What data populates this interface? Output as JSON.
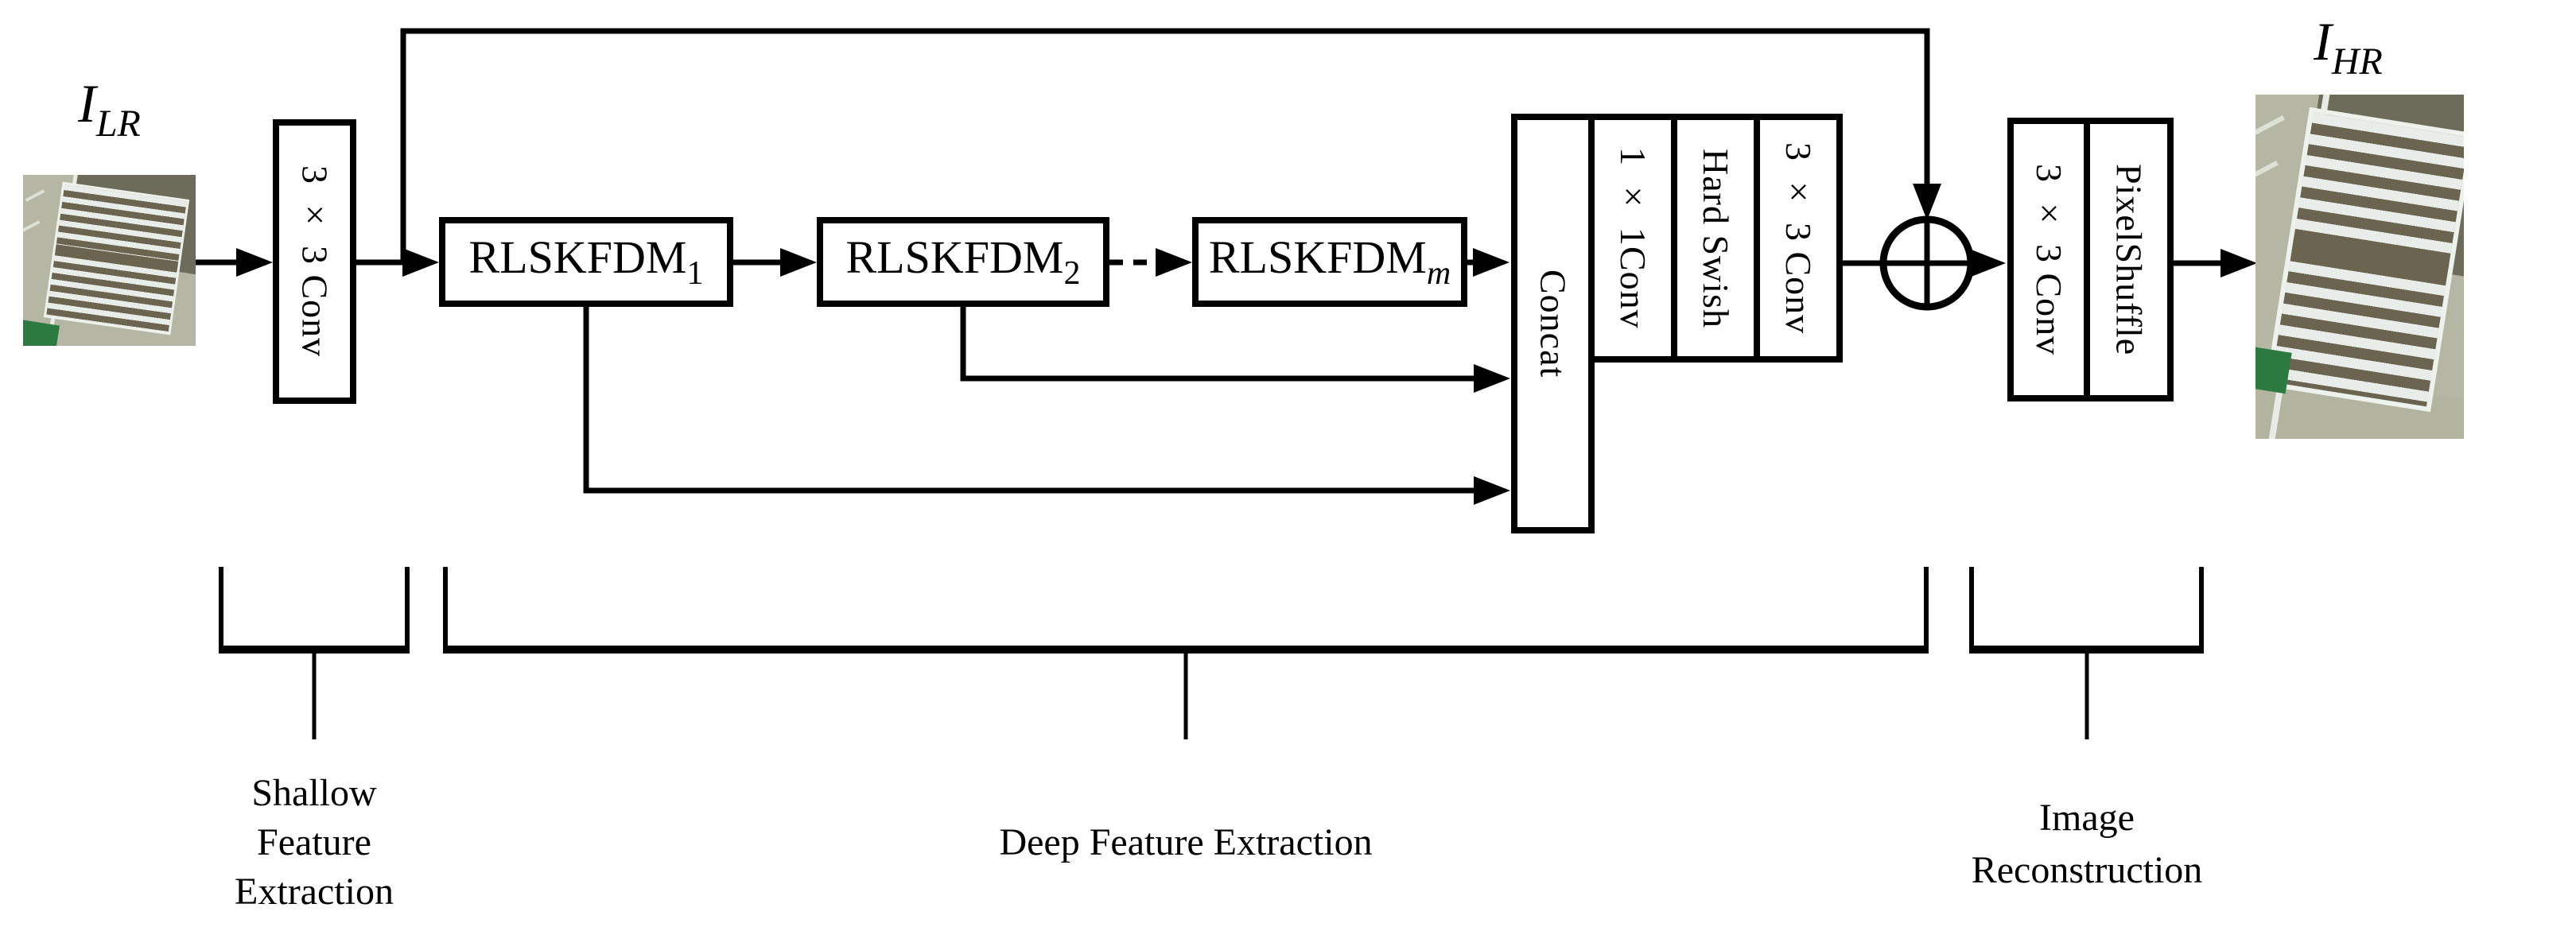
{
  "figure": {
    "background": "#ffffff",
    "line_color": "#000000"
  },
  "io": {
    "input_label": {
      "base": "I",
      "sub": "LR"
    },
    "output_label": {
      "base": "I",
      "sub": "HR"
    }
  },
  "blocks": {
    "shallow_conv": "3 × 3 Conv",
    "rlskfdm": [
      {
        "base": "RLSKFDM",
        "sub": "1"
      },
      {
        "base": "RLSKFDM",
        "sub": "2"
      },
      {
        "base": "RLSKFDM",
        "sub": "m"
      }
    ],
    "concat": "Concat",
    "conv_1x1": "1 × 1Conv",
    "hard_swish": "Hard Swish",
    "fusion_conv": "3 × 3 Conv",
    "recon_conv": "3 × 3 Conv",
    "pixel_shuffle": "PixelShuffle"
  },
  "stages": {
    "shallow": {
      "lines": [
        "Shallow",
        "Feature",
        "Extraction"
      ]
    },
    "deep": {
      "lines": [
        "Deep Feature Extraction"
      ]
    },
    "reconstruction": {
      "lines": [
        "Image",
        "Reconstruction"
      ]
    }
  },
  "icons": {
    "sum": "circle-plus-icon",
    "skip_connection": "long-skip-line",
    "ellipsis_connection": "dashed-arrow"
  },
  "photo_palette": {
    "road_light": "#b5b7a4",
    "field_dark": "#6d6c5b",
    "crosswalk_gap": "#6b6450",
    "stripe_white": "#e9ede9",
    "grass_green": "#2c7a3f"
  }
}
